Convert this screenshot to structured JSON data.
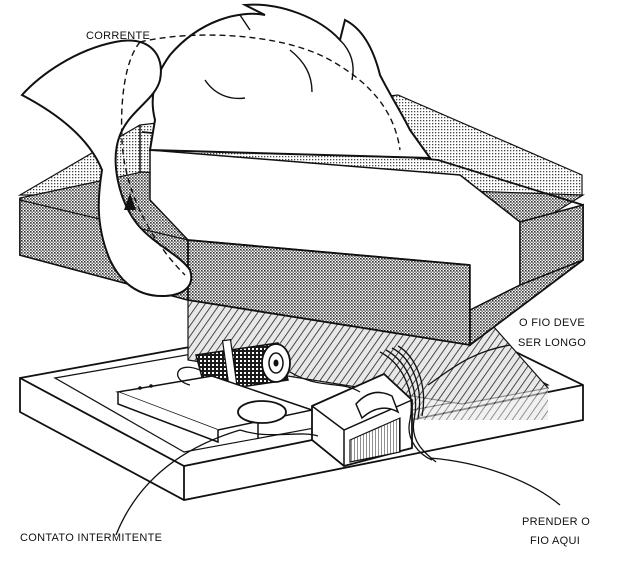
{
  "labels": {
    "corrente": "CORRENTE",
    "fio_longo_1": "O FIO DEVE",
    "fio_longo_2": "SER LONGO",
    "contato": "CONTATO INTERMITENTE",
    "prender_1": "PRENDER O",
    "prender_2": "FIO AQUI"
  },
  "colors": {
    "ink": "#111111",
    "paper": "#ffffff",
    "shade": "#8a8a8a"
  }
}
